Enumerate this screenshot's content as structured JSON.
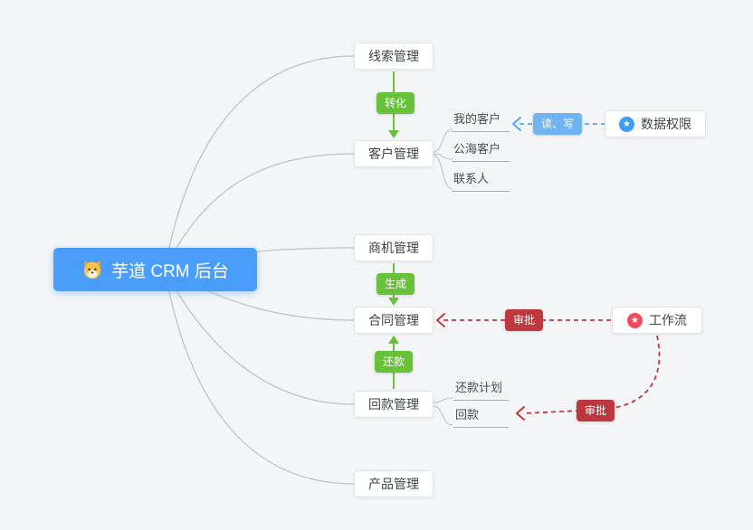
{
  "root": {
    "label": "芋道 CRM 后台",
    "icon": "shiba-dog-icon"
  },
  "modules": {
    "leads": "线索管理",
    "customers": "客户管理",
    "opportunities": "商机管理",
    "contracts": "合同管理",
    "receivables": "回款管理",
    "products": "产品管理"
  },
  "customer_children": {
    "my_customers": "我的客户",
    "public_sea_customers": "公海客户",
    "contacts": "联系人"
  },
  "receivable_children": {
    "repayment_plan": "还款计划",
    "repayment": "回款"
  },
  "external_nodes": {
    "data_permission": {
      "label": "数据权限",
      "icon": "star-icon"
    },
    "workflow": {
      "label": "工作流",
      "icon": "star-icon"
    }
  },
  "edge_labels": {
    "convert": "转化",
    "generate": "生成",
    "repay": "还款",
    "read_write": "读、写",
    "approve_contract": "审批",
    "approve_receivable": "审批"
  },
  "icons": {
    "star_glyph": "★"
  },
  "colors": {
    "root_bg": "#4a9efa",
    "flow_green": "#67c23a",
    "flow_blue": "#5ba3ec",
    "badge_blue": "#6fb3f2",
    "flow_red": "#c03a3a",
    "badge_red": "#bd383c",
    "line_gray": "#c9c9c9",
    "background": "#f4f5f7"
  }
}
